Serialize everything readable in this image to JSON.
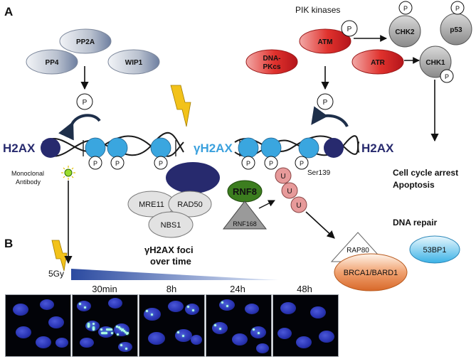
{
  "panel_labels": {
    "A": "A",
    "B": "B"
  },
  "top": {
    "pik_kinases": "PIK kinases",
    "phosphatases": [
      "PP4",
      "PP2A",
      "WIP1"
    ],
    "kinases": {
      "atm": "ATM",
      "dna_pkcs_line1": "DNA-",
      "dna_pkcs_line2": "PKcs",
      "atr": "ATR"
    },
    "effectors": {
      "chk2": "CHK2",
      "p53": "p53",
      "chk1": "CHK1"
    },
    "phospho": "P"
  },
  "chromatin": {
    "left_label": "H2AX",
    "center_label": "γH2AX",
    "right_label": "H2AX",
    "ser139": "Ser139",
    "ubiquitin": "U"
  },
  "antibody": {
    "line1": "Monoclonal",
    "line2": "Antibody"
  },
  "mrn": {
    "mre11": "MRE11",
    "rad50": "RAD50",
    "nbs1": "NBS1"
  },
  "rnf": {
    "rnf8": "RNF8",
    "rnf168": "RNF168"
  },
  "outcomes": {
    "arrest": "Cell cycle arrest",
    "apoptosis": "Apoptosis",
    "dna_repair": "DNA repair"
  },
  "repair": {
    "rap80": "RAP80",
    "bp53": "53BP1",
    "brca": "BRCA1/BARD1"
  },
  "timecourse": {
    "dose": "5Gy",
    "title_line1": "γH2AX foci",
    "title_line2": "over time",
    "timepoints": [
      "30min",
      "8h",
      "24h",
      "48h"
    ]
  },
  "colors": {
    "navy": "#272a6e",
    "cyan_nucleosome": "#3aa6df",
    "gamma_label": "#3aa0dd",
    "kinase_red": "#e0322d",
    "rnf8_green": "#3c7d1f",
    "ubiquitin_pink": "#e79a9a",
    "bp53_blue": "#59c3ec",
    "brca_orange": "#e07a3a",
    "bolt_yellow": "#f2c21a"
  }
}
